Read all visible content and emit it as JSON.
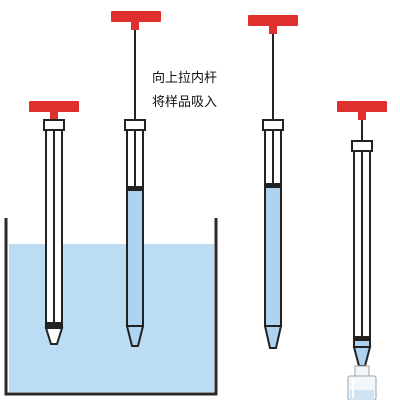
{
  "diagram": {
    "caption_lines": [
      "向上拉内杆",
      "将样品吸入"
    ],
    "colors": {
      "plunger_handle": "#e0302e",
      "liquid": "#bcdcf3",
      "liquid_in_tube": "#aed3f0",
      "outline": "#222222",
      "beaker_wall": "#2a2a2a",
      "vial_glass": "#f2f6f9"
    },
    "steps": [
      {
        "step": 1,
        "state": "tube-empty-immersed-in-sample"
      },
      {
        "step": 2,
        "state": "plunger-raised-sample-drawn-in"
      },
      {
        "step": 3,
        "state": "tube-filled-removed-from-liquid"
      },
      {
        "step": 4,
        "state": "sample-dispensed-into-vial"
      }
    ]
  }
}
